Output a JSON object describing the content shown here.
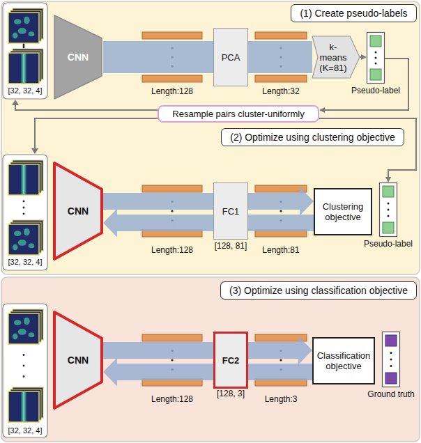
{
  "diagram": {
    "nodes": [
      {
        "text": [
          "(1) Create pseudo-labels"
        ]
      },
      {
        "text": [
          "CNN"
        ]
      },
      {
        "text": [
          "PCA"
        ]
      },
      {
        "text": [
          "k-means (K=81)"
        ]
      },
      {
        "text": [
          "Pseudo-label"
        ]
      },
      {
        "text": [
          "Resample pairs cluster-uniformly"
        ]
      },
      {
        "text": [
          "(2) Optimize using clustering objective"
        ]
      },
      {
        "text": [
          "CNN"
        ]
      },
      {
        "text": [
          "FC1",
          "[128, 81]"
        ]
      },
      {
        "text": [
          "Clustering objective"
        ]
      },
      {
        "text": [
          "Pseudo-label"
        ]
      },
      {
        "text": [
          "(3) Optimize using classification objective"
        ]
      },
      {
        "text": [
          "CNN"
        ]
      },
      {
        "text": [
          "FC2",
          "[128, 3]"
        ]
      },
      {
        "text": [
          "Classification objective"
        ]
      },
      {
        "text": [
          "Ground truth"
        ]
      }
    ],
    "edges": [
      {
        "from": 1,
        "to": 2,
        "arrow": "none"
      },
      {
        "from": 2,
        "to": 3,
        "arrow": "none"
      },
      {
        "from": 3,
        "to": 4,
        "arrow": "to"
      },
      {
        "from": 4,
        "to": 5,
        "arrow": "to"
      },
      {
        "from": 5,
        "to": 10,
        "arrow": "to"
      },
      {
        "from": 7,
        "to": 8,
        "arrow": "none"
      },
      {
        "from": 8,
        "to": 9,
        "arrow": "to"
      },
      {
        "from": 9,
        "to": 8,
        "arrow": "none"
      },
      {
        "from": 8,
        "to": 7,
        "arrow": "to"
      },
      {
        "from": 12,
        "to": 13,
        "arrow": "none"
      },
      {
        "from": 13,
        "to": 14,
        "arrow": "to"
      },
      {
        "from": 14,
        "to": 13,
        "arrow": "none"
      },
      {
        "from": 13,
        "to": 12,
        "arrow": "to"
      }
    ],
    "labels": [
      "[32, 32, 4]",
      "Length:128",
      "Length:32",
      "[32, 32, 4]",
      "Length:128",
      "Length:81",
      "[32, 32, 4]",
      "Length:128",
      "Length:3"
    ]
  }
}
